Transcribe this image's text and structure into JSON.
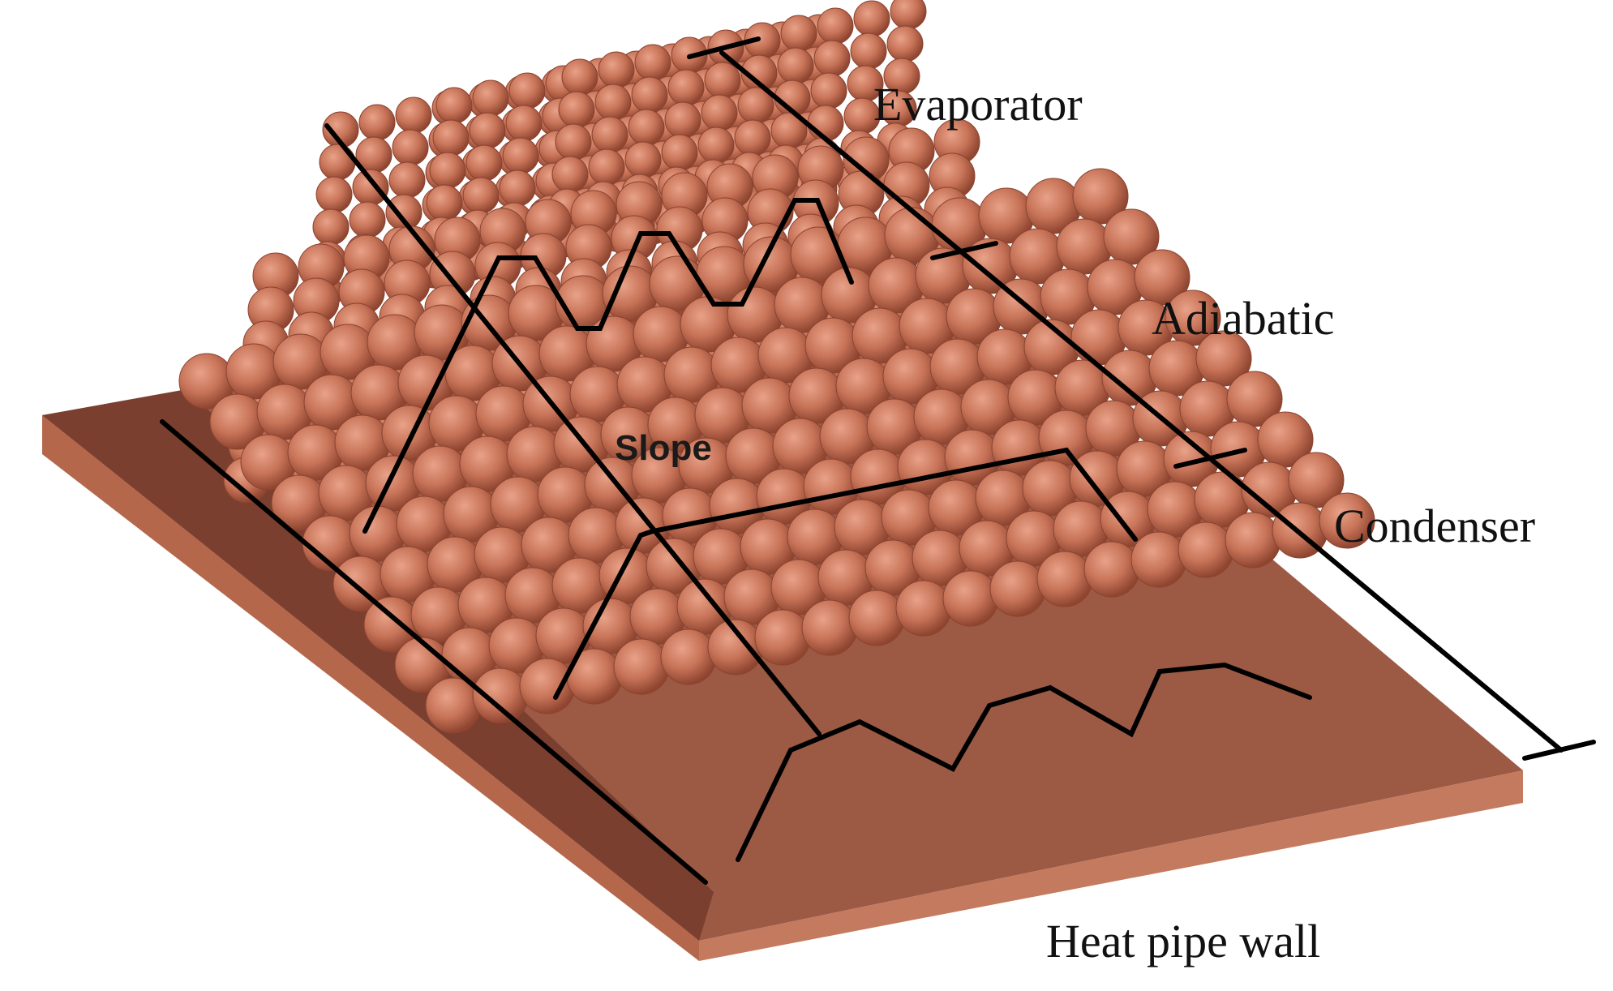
{
  "labels": {
    "evaporator": "Evaporator",
    "adiabatic": "Adiabatic",
    "condenser": "Condenser",
    "slope": "Slope",
    "wall": "Heat pipe wall"
  },
  "colors": {
    "plate_top": "#9c5a45",
    "plate_front": "#c47a5f",
    "plate_side": "#7a3f2e",
    "particle": "#c47258",
    "particle_highlight": "#dc9278",
    "particle_shade": "#93472f",
    "ink": "#000000"
  }
}
